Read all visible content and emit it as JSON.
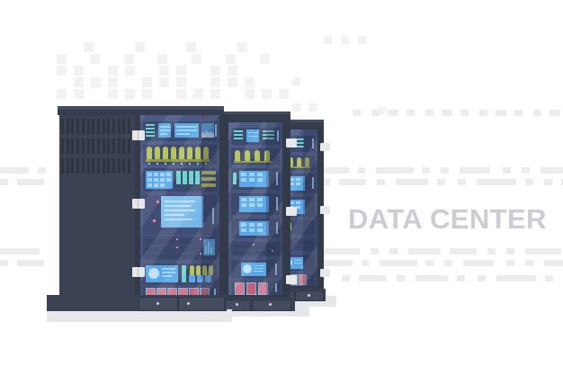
{
  "scene": {
    "title": "Data Center illustration",
    "wordmark": "DATA CENTER",
    "background_color": "#ffffff",
    "wordmark_color": "#c9cdd4"
  },
  "palette": {
    "rack_body_dark": "#3b4254",
    "rack_body_darker": "#333a4a",
    "rack_cap": "#363d4e",
    "glass_blue": "#46527a",
    "screen_cyan": "#5aa8e8",
    "screen_light": "#9fd2f2",
    "teal_accent": "#6fd4d0",
    "olive_accent": "#b8c25e",
    "drive_pink": "#d07a8f",
    "handle_white": "#e7e8ea",
    "shadow_grey": "#e6e7ea",
    "pixel_grey": "#f1f2f4",
    "dash_grey": "#ececee"
  },
  "racks": [
    {
      "id": "rack-front",
      "name": "front-server-rack",
      "label": "Primary server cabinet",
      "has_vent_door": true,
      "vent_columns": 14,
      "handle_count": 3,
      "base_panels": 2,
      "modules": [
        {
          "type": "status-screens-shelf",
          "label": "Monitoring shelf"
        },
        {
          "type": "indicator-lamps",
          "label": "Indicator lamp row",
          "count": 9
        },
        {
          "type": "data-grid-shelf",
          "label": "Data grid shelf"
        },
        {
          "type": "operator-monitor",
          "label": "Operator monitor"
        },
        {
          "type": "patch-panel",
          "label": "Patch panel"
        },
        {
          "type": "analytics-shelf",
          "label": "Analytics shelf"
        },
        {
          "type": "drive-bay",
          "label": "Hard drive bay",
          "count": 8
        }
      ]
    },
    {
      "id": "rack-middle",
      "name": "middle-server-rack",
      "label": "Secondary server cabinet",
      "has_vent_door": false,
      "handle_count": 3,
      "base_panels": 2,
      "modules": [
        {
          "type": "status-screens-shelf",
          "label": "Monitoring shelf"
        },
        {
          "type": "indicator-lamps",
          "label": "Indicator lamp row",
          "count": 4
        },
        {
          "type": "data-grid-shelf",
          "label": "Data grid shelf"
        },
        {
          "type": "blade-shelf",
          "label": "Blade shelf"
        },
        {
          "type": "patch-panel",
          "label": "Patch panel"
        },
        {
          "type": "analytics-shelf",
          "label": "Analytics shelf"
        },
        {
          "type": "drive-bay",
          "label": "Hard drive bay",
          "count": 3
        }
      ]
    },
    {
      "id": "rack-back",
      "name": "back-server-rack",
      "label": "Tertiary server cabinet",
      "has_vent_door": false,
      "handle_count": 3,
      "base_panels": 2,
      "modules": [
        {
          "type": "status-screens-shelf",
          "label": "Monitoring shelf"
        },
        {
          "type": "indicator-lamps",
          "label": "Indicator lamp row",
          "count": 4
        },
        {
          "type": "data-grid-shelf",
          "label": "Data grid shelf"
        },
        {
          "type": "blade-shelf",
          "label": "Blade shelf"
        },
        {
          "type": "patch-panel",
          "label": "Patch panel"
        },
        {
          "type": "analytics-shelf",
          "label": "Analytics shelf"
        },
        {
          "type": "drive-bay",
          "label": "Hard drive bay",
          "count": 3
        }
      ]
    }
  ]
}
